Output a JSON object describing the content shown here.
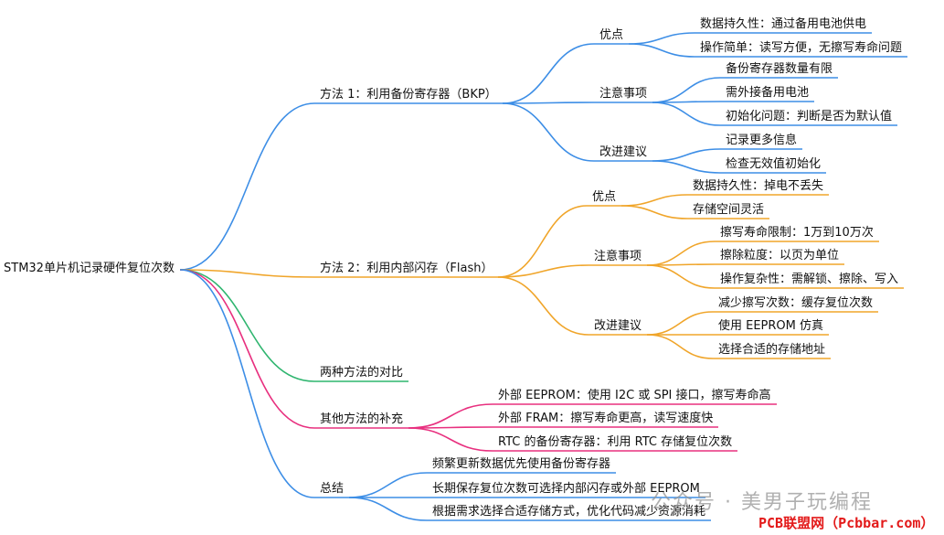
{
  "root": "STM32单片机记录硬件复位次数",
  "colors": {
    "blue": "#3d8ee6",
    "orange": "#f0a52a",
    "green": "#2fb56f",
    "pink": "#e8307f",
    "purple": "#7b4cd8"
  },
  "branches": [
    {
      "id": "m1",
      "label": "方法 1：利用备份寄存器（BKP）",
      "color": "blue",
      "children": [
        {
          "id": "m1a",
          "label": "优点",
          "children": [
            {
              "id": "m1a1",
              "label": "数据持久性：通过备用电池供电"
            },
            {
              "id": "m1a2",
              "label": "操作简单：读写方便，无擦写寿命问题"
            }
          ]
        },
        {
          "id": "m1b",
          "label": "注意事项",
          "children": [
            {
              "id": "m1b1",
              "label": "备份寄存器数量有限"
            },
            {
              "id": "m1b2",
              "label": "需外接备用电池"
            },
            {
              "id": "m1b3",
              "label": "初始化问题：判断是否为默认值"
            }
          ]
        },
        {
          "id": "m1c",
          "label": "改进建议",
          "children": [
            {
              "id": "m1c1",
              "label": "记录更多信息"
            },
            {
              "id": "m1c2",
              "label": "检查无效值初始化"
            }
          ]
        }
      ]
    },
    {
      "id": "m2",
      "label": "方法 2：利用内部闪存（Flash）",
      "color": "orange",
      "children": [
        {
          "id": "m2a",
          "label": "优点",
          "children": [
            {
              "id": "m2a1",
              "label": "数据持久性：掉电不丢失"
            },
            {
              "id": "m2a2",
              "label": "存储空间灵活"
            }
          ]
        },
        {
          "id": "m2b",
          "label": "注意事项",
          "children": [
            {
              "id": "m2b1",
              "label": "擦写寿命限制：1万到10万次"
            },
            {
              "id": "m2b2",
              "label": "擦除粒度：以页为单位"
            },
            {
              "id": "m2b3",
              "label": "操作复杂性：需解锁、擦除、写入"
            }
          ]
        },
        {
          "id": "m2c",
          "label": "改进建议",
          "children": [
            {
              "id": "m2c1",
              "label": "减少擦写次数：缓存复位次数"
            },
            {
              "id": "m2c2",
              "label": "使用 EEPROM 仿真"
            },
            {
              "id": "m2c3",
              "label": "选择合适的存储地址"
            }
          ]
        }
      ]
    },
    {
      "id": "cmp",
      "label": "两种方法的对比",
      "color": "green",
      "children": []
    },
    {
      "id": "oth",
      "label": "其他方法的补充",
      "color": "pink",
      "children": [
        {
          "id": "oth1",
          "label": "外部 EEPROM：使用 I2C 或 SPI 接口，擦写寿命高"
        },
        {
          "id": "oth2",
          "label": "外部 FRAM：擦写寿命更高，读写速度快"
        },
        {
          "id": "oth3",
          "label": "RTC 的备份寄存器：利用 RTC 存储复位次数"
        }
      ]
    },
    {
      "id": "sum",
      "label": "总结",
      "color": "blue",
      "children": [
        {
          "id": "sum1",
          "label": "频繁更新数据优先使用备份寄存器"
        },
        {
          "id": "sum2",
          "label": "长期保存复位次数可选择内部闪存或外部 EEPROM"
        },
        {
          "id": "sum3",
          "label": "根据需求选择合适存储方式，优化代码减少资源消耗"
        }
      ]
    }
  ],
  "watermark": {
    "text": "公众号 · 美男子玩编程",
    "brand": "PCB联盟网（Pcbbar.com）"
  }
}
